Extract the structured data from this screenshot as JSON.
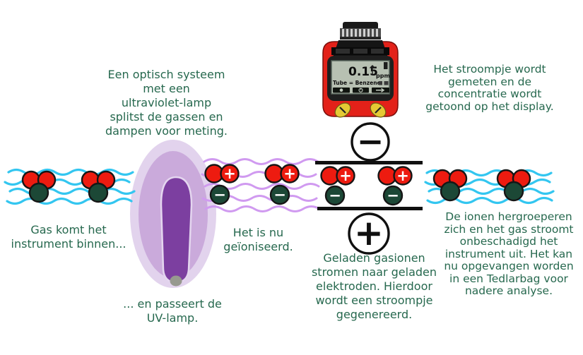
{
  "captions": {
    "optical_system": "Een optisch systeem\nmet een\nultraviolet-lamp\nsplitst de gassen en\ndampen voor meting.",
    "current_display": "Het stroompje wordt\ngemeten en de\nconcentratie wordt\ngetoond op het display.",
    "gas_enters": "Gas komt het\ninstrument binnen...",
    "ionized": "Het is nu\ngeïoniseerd.",
    "passes_uv": "... en passeert de\nUV-lamp.",
    "charged_ions": "Geladen gasionen\nstromen naar geladen\nelektroden. Hierdoor\nwordt een stroompje\ngegenereerd.",
    "ions_regroup": "De ionen hergroeperen\nzich en het gas stroomt\nonbeschadigd het\ninstrument uit. Het kan\nnu opgevangen worden\nin een Tedlarbag voor\nnadere analyse."
  },
  "device": {
    "reading": "0.15",
    "unit": "ppm",
    "tube_label": "Tube = Benzene"
  },
  "symbols": {
    "plus": "+",
    "minus": "−"
  },
  "colors": {
    "caption_text": "#26684e",
    "gas_wave_cyan": "#33c6f0",
    "ion_wave_violet": "#d09af0",
    "molecule_red": "#ed1b10",
    "molecule_green": "#1c4836",
    "lamp_glow": "#c9abdb",
    "lamp_core": "#7c3fa0",
    "device_red": "#e32119"
  }
}
